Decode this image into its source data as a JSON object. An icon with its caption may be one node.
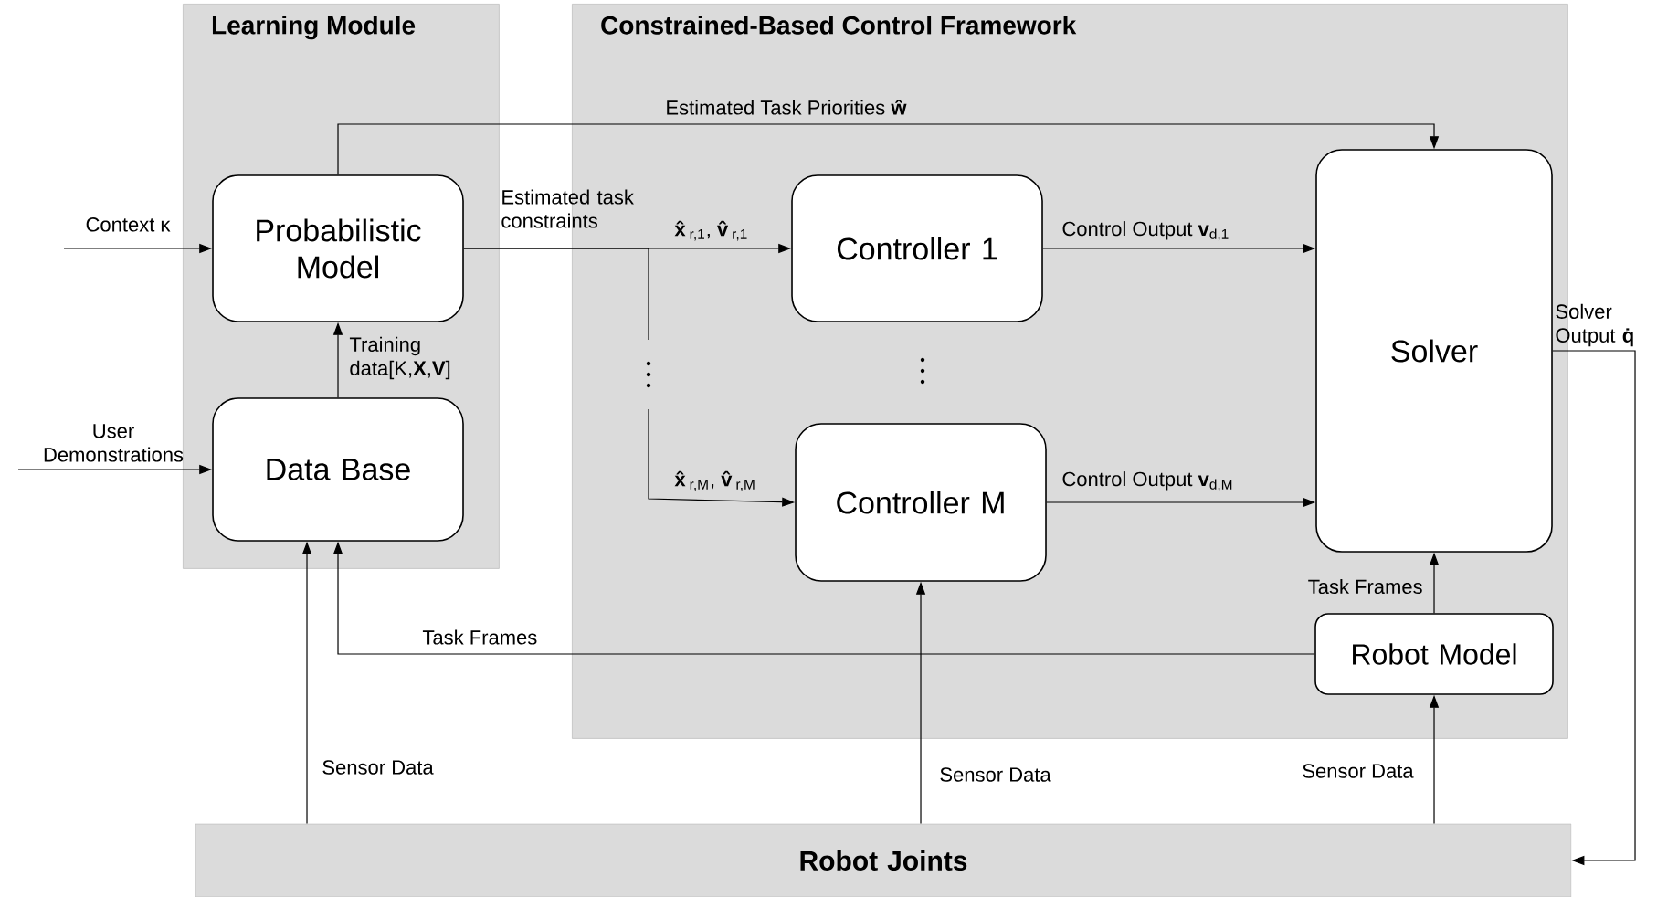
{
  "diagram": {
    "nodes": [
      {
        "text": [
          "Learning Module"
        ]
      },
      {
        "text": [
          "Constrained-Based Control Framework"
        ]
      },
      {
        "text": [
          "Probabilistic Model"
        ],
        "in": 0
      },
      {
        "text": [
          "Data Base"
        ],
        "in": 0
      },
      {
        "text": [
          "Controller 1"
        ],
        "in": 1
      },
      {
        "text": [
          "Controller M"
        ],
        "in": 1
      },
      {
        "text": [
          "Solver"
        ],
        "in": 1
      },
      {
        "text": [
          "Robot Model"
        ],
        "in": 1
      },
      {
        "text": [
          "Robot Joints"
        ]
      }
    ],
    "edges": [
      {
        "from": null,
        "to": 2,
        "arrow": "to",
        "label": "Context κ"
      },
      {
        "from": null,
        "to": 3,
        "arrow": "to",
        "label": "User Demonstrations"
      },
      {
        "from": 3,
        "to": 2,
        "arrow": "to",
        "label": "Training data[K,**X**,**V**]"
      },
      {
        "from": 2,
        "to": 6,
        "arrow": "to",
        "label": "Estimated Task Priorities **ŵ**"
      },
      {
        "from": 2,
        "to": 4,
        "arrow": "to",
        "label": "**x̂**$_{r,1}$, **v̂**$_{r,1}$"
      },
      {
        "from": 2,
        "to": 5,
        "arrow": "to",
        "label": "**x̂**$_{r,M}$, **v̂**$_{r,M}$"
      },
      {
        "from": 4,
        "to": 6,
        "arrow": "to",
        "label": "Control Output **v**$_{d,1}$"
      },
      {
        "from": 5,
        "to": 6,
        "arrow": "to",
        "label": "Control Output **v**$_{d,M}$"
      },
      {
        "from": 6,
        "to": 8,
        "arrow": "to",
        "label": "Solver Output **q̇**"
      },
      {
        "from": 7,
        "to": 6,
        "arrow": "to",
        "label": "Task Frames"
      },
      {
        "from": 7,
        "to": 3,
        "arrow": "to",
        "label": "Task Frames"
      },
      {
        "from": 8,
        "to": 3,
        "arrow": "to",
        "label": "Sensor Data"
      },
      {
        "from": 8,
        "to": 5,
        "arrow": "to",
        "label": "Sensor Data"
      },
      {
        "from": 8,
        "to": 7,
        "arrow": "to",
        "label": "Sensor Data"
      }
    ],
    "labels": [
      "Estimated task constraints"
    ]
  }
}
